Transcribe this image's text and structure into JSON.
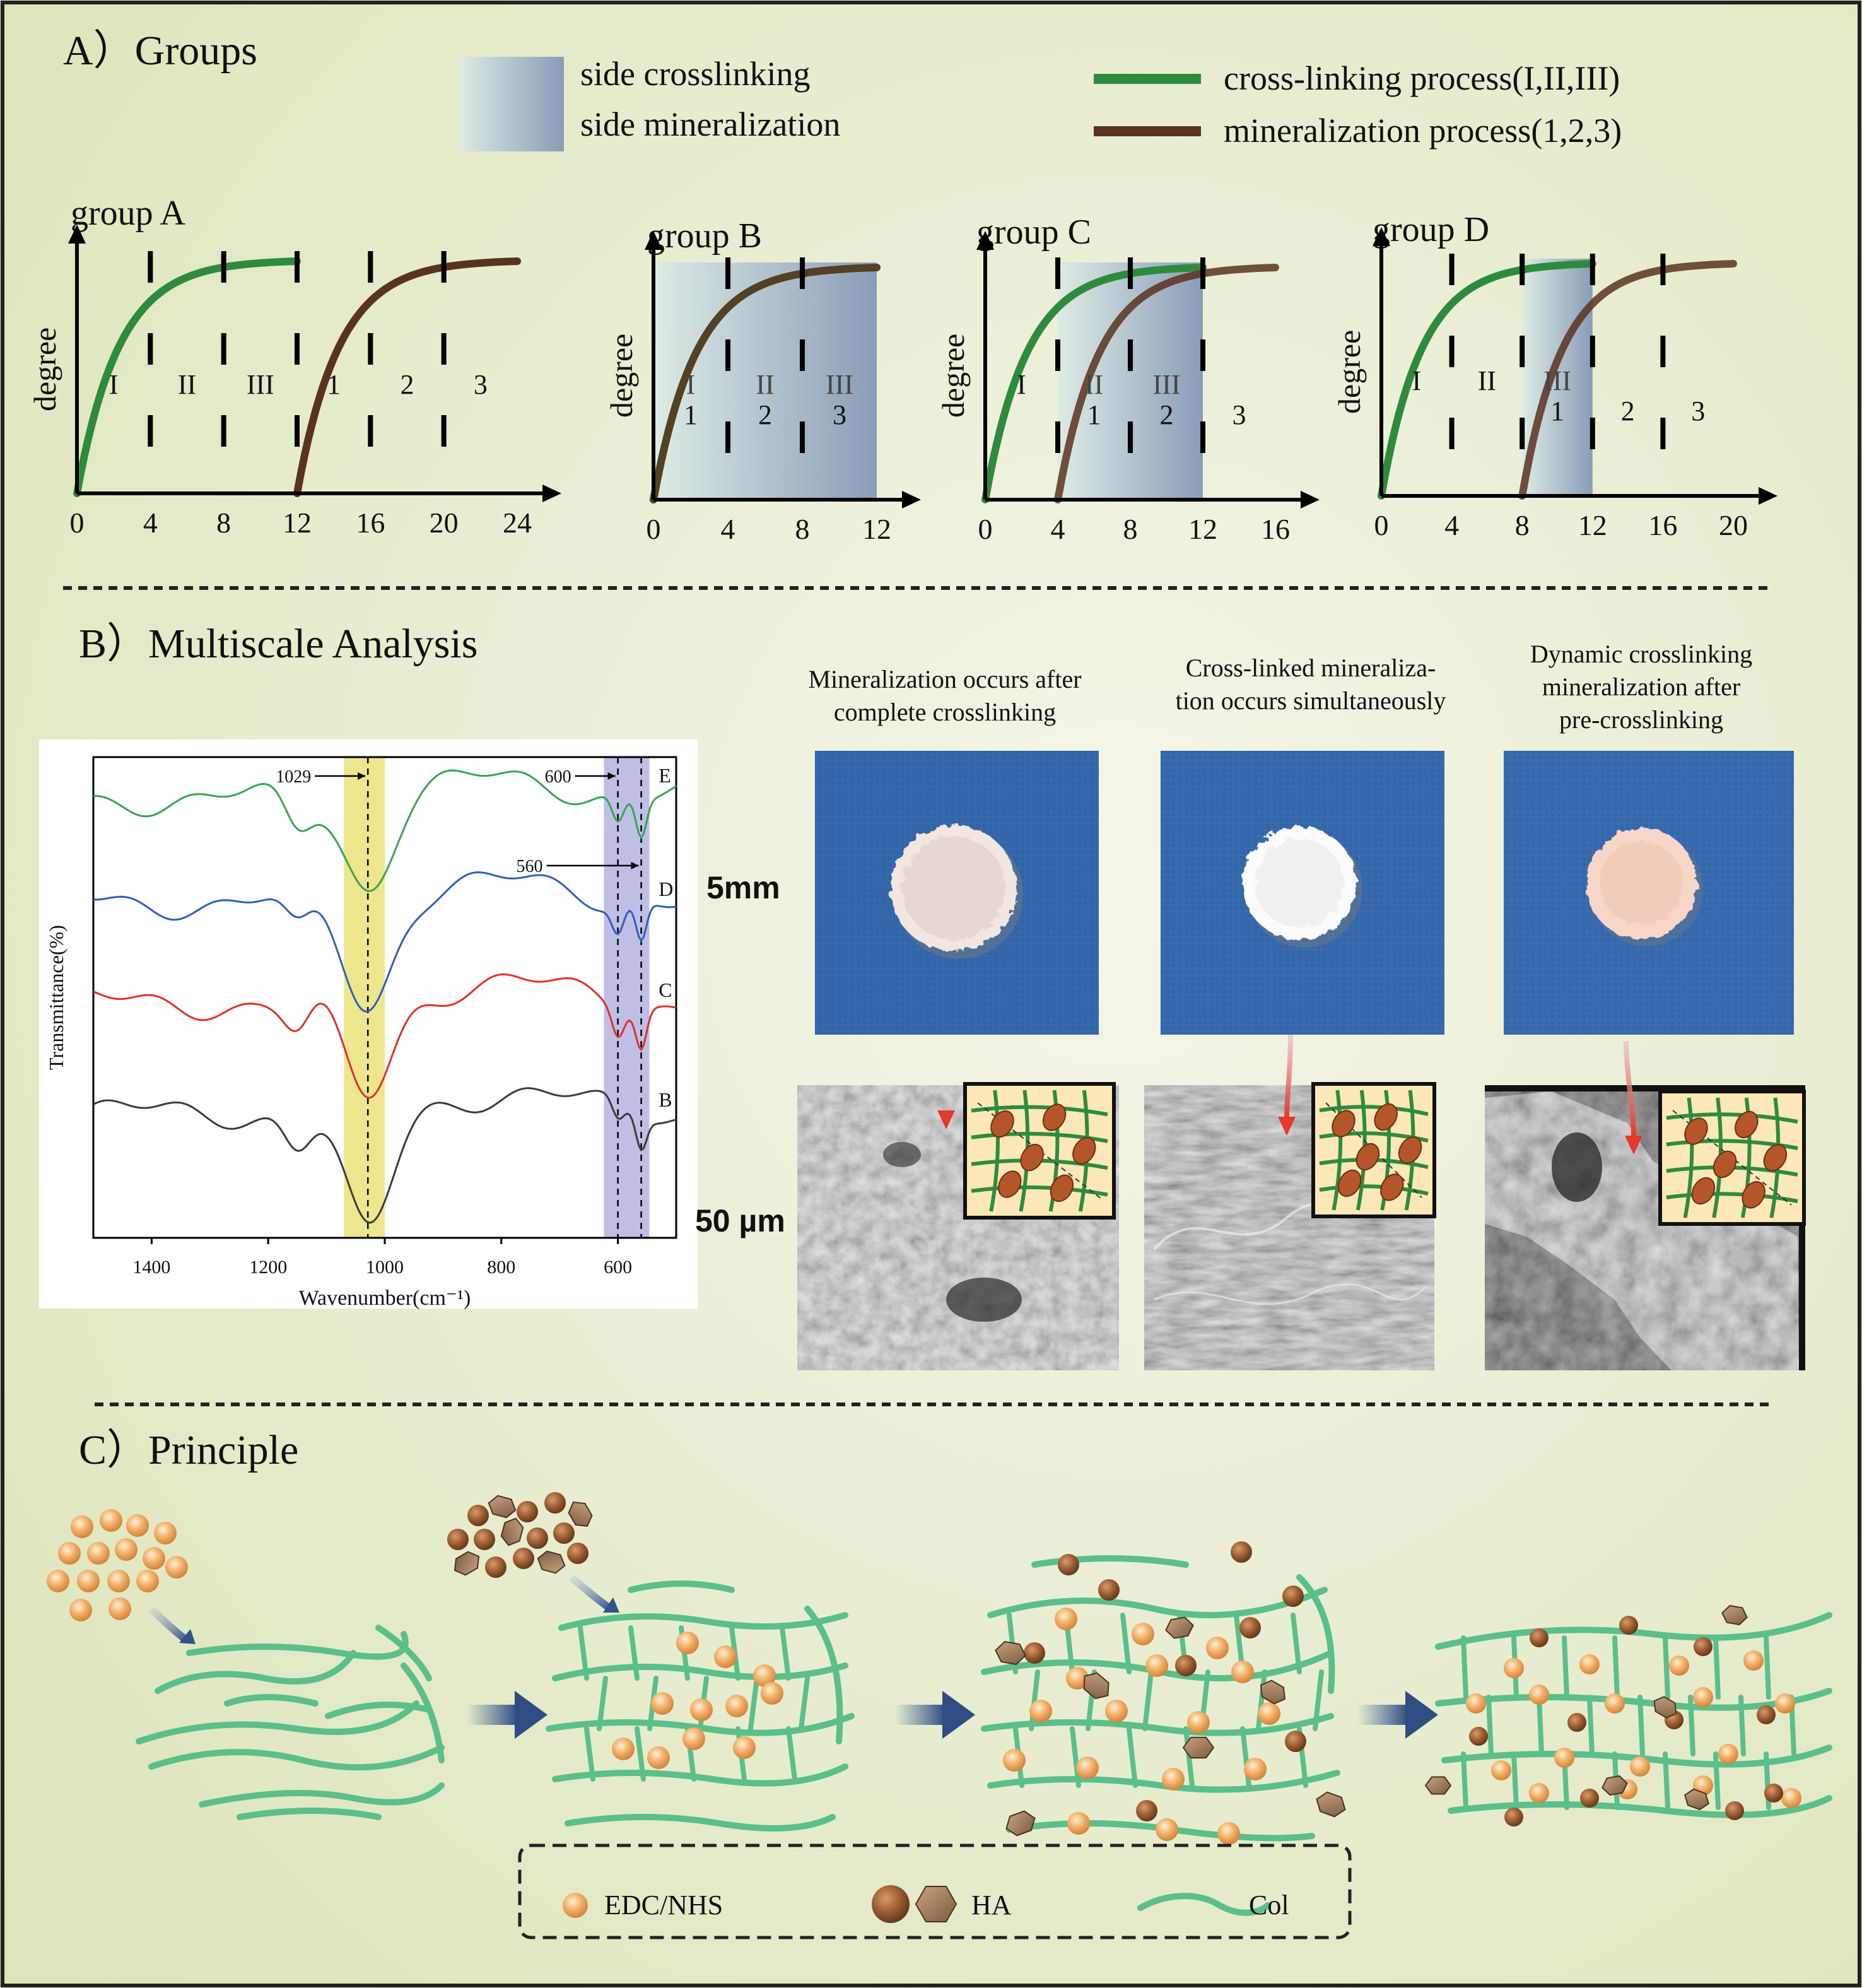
{
  "section_a": {
    "title": "A）Groups",
    "legend": {
      "side_crosslinking": "side crosslinking",
      "side_mineralization": "side mineralization",
      "crosslinking_process": "cross-linking process(I,II,III)",
      "mineralization_process": "mineralization process(1,2,3)",
      "crosslink_color": "#2e8b3e",
      "mineral_color": "#5a3220"
    },
    "y_label": "degree",
    "groups": [
      {
        "name": "group A",
        "ticks": [
          "0",
          "4",
          "8",
          "12",
          "16",
          "20",
          "24"
        ],
        "xmax": 24,
        "crosslink_start": 0,
        "crosslink_end": 12,
        "mineral_start": 12,
        "mineral_end": 24,
        "shade": null,
        "stage_labels": [
          {
            "t": "I",
            "x": 2
          },
          {
            "t": "II",
            "x": 6
          },
          {
            "t": "III",
            "x": 10
          },
          {
            "t": "1",
            "x": 14
          },
          {
            "t": "2",
            "x": 18
          },
          {
            "t": "3",
            "x": 22
          }
        ]
      },
      {
        "name": "group B",
        "ticks": [
          "0",
          "4",
          "8",
          "12"
        ],
        "xmax": 12,
        "crosslink_start": 0,
        "crosslink_end": 12,
        "mineral_start": 0,
        "mineral_end": 12,
        "shade": [
          0,
          12
        ],
        "stage_labels": [
          {
            "t": "I",
            "x": 2,
            "row": 0
          },
          {
            "t": "1",
            "x": 2,
            "row": 1
          },
          {
            "t": "II",
            "x": 6,
            "row": 0
          },
          {
            "t": "2",
            "x": 6,
            "row": 1
          },
          {
            "t": "III",
            "x": 10,
            "row": 0
          },
          {
            "t": "3",
            "x": 10,
            "row": 1
          }
        ]
      },
      {
        "name": "group C",
        "ticks": [
          "0",
          "4",
          "8",
          "12",
          "16"
        ],
        "xmax": 16,
        "crosslink_start": 0,
        "crosslink_end": 12,
        "mineral_start": 4,
        "mineral_end": 16,
        "shade": [
          4,
          12
        ],
        "stage_labels": [
          {
            "t": "I",
            "x": 2,
            "row": 0
          },
          {
            "t": "II",
            "x": 6,
            "row": 0
          },
          {
            "t": "1",
            "x": 6,
            "row": 1
          },
          {
            "t": "III",
            "x": 10,
            "row": 0
          },
          {
            "t": "2",
            "x": 10,
            "row": 1
          },
          {
            "t": "3",
            "x": 14,
            "row": 1
          }
        ]
      },
      {
        "name": "group D",
        "ticks": [
          "0",
          "4",
          "8",
          "12",
          "16",
          "20"
        ],
        "xmax": 20,
        "crosslink_start": 0,
        "crosslink_end": 12,
        "mineral_start": 8,
        "mineral_end": 20,
        "shade": [
          8,
          12
        ],
        "stage_labels": [
          {
            "t": "I",
            "x": 2,
            "row": 0
          },
          {
            "t": "II",
            "x": 6,
            "row": 0
          },
          {
            "t": "III",
            "x": 10,
            "row": 0
          },
          {
            "t": "1",
            "x": 10,
            "row": 1
          },
          {
            "t": "2",
            "x": 14,
            "row": 1
          },
          {
            "t": "3",
            "x": 18,
            "row": 1
          }
        ]
      }
    ]
  },
  "section_b": {
    "title": "B）Multiscale Analysis",
    "ftir": {
      "xlabel": "Wavenumber(cm⁻¹)",
      "ylabel": "Transmittance(%)",
      "xticks": [
        "1400",
        "1200",
        "1000",
        "800",
        "600"
      ],
      "annotations": [
        "1029",
        "600",
        "560"
      ],
      "series": [
        {
          "name": "E",
          "color": "#3aa354"
        },
        {
          "name": "D",
          "color": "#2f5fb8"
        },
        {
          "name": "C",
          "color": "#e0302a"
        },
        {
          "name": "B",
          "color": "#3b3b3b"
        }
      ],
      "band1_color": "#e8e070",
      "band2_color": "#aaaadd"
    },
    "scale_photo": "5mm",
    "scale_sem": "50 µm",
    "captions": [
      [
        "Mineralization occurs after",
        "complete crosslinking"
      ],
      [
        "Cross-linked mineraliza-",
        "tion occurs simultaneously"
      ],
      [
        "Dynamic crosslinking",
        "mineralization after",
        "pre-crosslinking"
      ]
    ]
  },
  "section_c": {
    "title": "C）Principle",
    "legend": {
      "edc": "EDC/NHS",
      "ha": "HA",
      "col": "Col"
    }
  }
}
